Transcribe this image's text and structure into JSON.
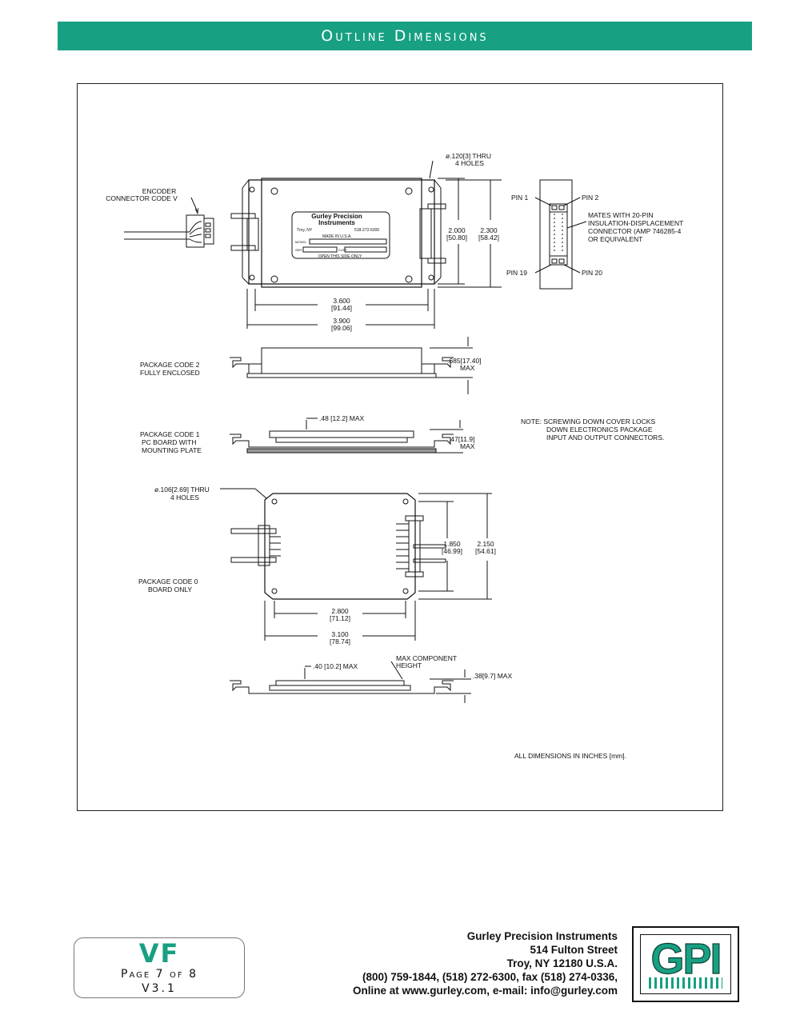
{
  "header": {
    "title": "Outline Dimensions"
  },
  "drawing": {
    "encoder_label": [
      "ENCODER",
      "CONNECTOR CODE V"
    ],
    "holes_top": [
      "ø.120[3] THRU",
      "4 HOLES"
    ],
    "nameplate": {
      "company": [
        "Gurley Precision",
        "Instruments"
      ],
      "city": "Troy, NY",
      "phone": "518-272-6300",
      "made_in": "MADE IN U.S.A.",
      "model_label": "MODEL",
      "ser_label": "SER",
      "cust_label": "CUST",
      "open_note": "OPEN THIS SIDE ONLY"
    },
    "dims_top": {
      "h_inner": [
        "2.000",
        "[50.80]"
      ],
      "h_outer": [
        "2.300",
        "[58.42]"
      ],
      "w_inner": [
        "3.600",
        "[91.44]"
      ],
      "w_outer": [
        "3.900",
        "[99.06]"
      ]
    },
    "pins": {
      "pin1": "PIN 1",
      "pin2": "PIN 2",
      "pin19": "PIN 19",
      "pin20": "PIN 20"
    },
    "mates_note": [
      "MATES WITH 20-PIN",
      "INSULATION-DISPLACEMENT",
      "CONNECTOR (AMP 746285-4",
      "OR EQUIVALENT"
    ],
    "pkg2": {
      "label": [
        "PACKAGE CODE 2",
        "FULLY ENCLOSED"
      ],
      "dim": [
        ".685[17.40]",
        "MAX"
      ]
    },
    "pkg1": {
      "label": [
        "PACKAGE CODE 1",
        "PC BOARD WITH",
        "MOUNTING PLATE"
      ],
      "dim_top": ".48  [12.2]  MAX",
      "dim_side": [
        ".47[11.9]",
        "MAX"
      ]
    },
    "note": [
      "NOTE:  SCREWING DOWN COVER LOCKS",
      "DOWN ELECTRONICS PACKAGE",
      "INPUT AND OUTPUT CONNECTORS."
    ],
    "holes_mid": [
      "ø.106[2.69] THRU",
      "4 HOLES"
    ],
    "pkg0": {
      "label": [
        "PACKAGE CODE  0",
        "BOARD ONLY"
      ],
      "h_inner": [
        "1.850",
        "[46.99]"
      ],
      "h_outer": [
        "2.150",
        "[54.61]"
      ],
      "w_inner": [
        "2.800",
        "[71.12]"
      ],
      "w_outer": [
        "3.100",
        "[78.74]"
      ]
    },
    "bottom": {
      "dim_top": ".40  [10.2]  MAX",
      "comp_label": [
        "MAX COMPONENT",
        "HEIGHT"
      ],
      "dim_side": ".38[9.7]  MAX"
    },
    "units_note": "ALL DIMENSIONS IN INCHES [mm]."
  },
  "badge": {
    "model": "VF",
    "page": "Page 7 of 8",
    "version": "V3.1"
  },
  "address": {
    "lines": [
      "Gurley Precision Instruments",
      "514 Fulton Street",
      "Troy, NY 12180 U.S.A.",
      "(800) 759-1844, (518) 272-6300, fax (518) 274-0336,",
      "Online at www.gurley.com, e-mail: info@gurley.com"
    ]
  },
  "logo": {
    "text": "GPI",
    "color": "#17a082"
  }
}
